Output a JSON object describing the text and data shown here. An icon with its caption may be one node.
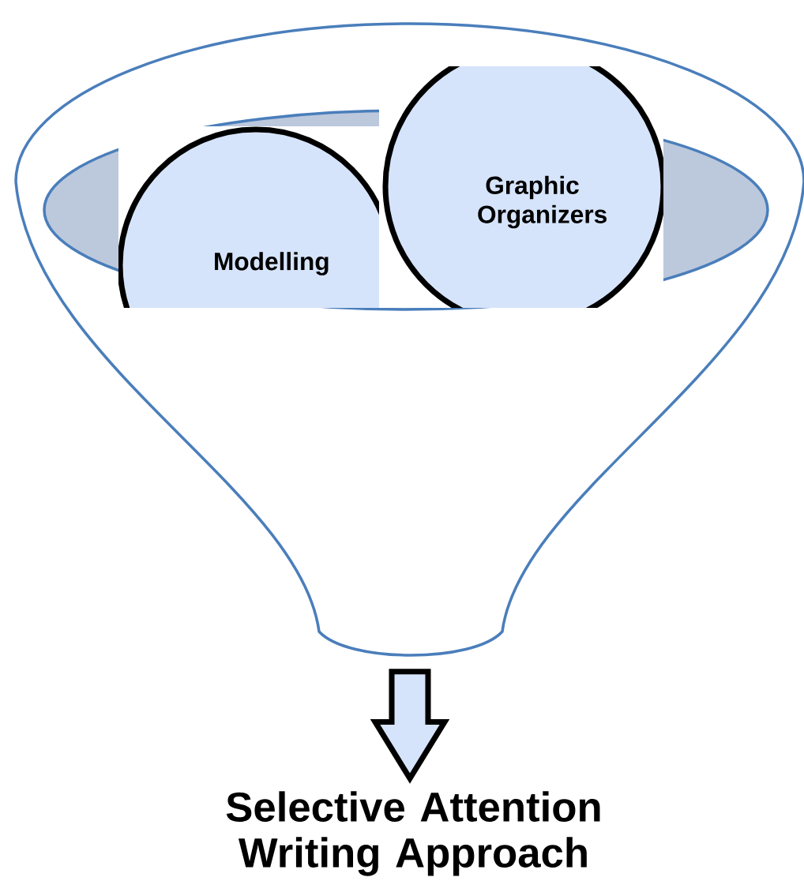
{
  "diagram": {
    "nodes": [
      {
        "text": [],
        "shape": "funnel"
      },
      {
        "text": [
          "Modelling"
        ],
        "in": 0
      },
      {
        "text": [
          "Graphic Organizers"
        ],
        "in": 0
      },
      {
        "text": [
          "Selective Attention Writing Approach"
        ]
      }
    ],
    "edges": [
      {
        "from": 0,
        "to": 3,
        "arrow": "to"
      }
    ]
  }
}
